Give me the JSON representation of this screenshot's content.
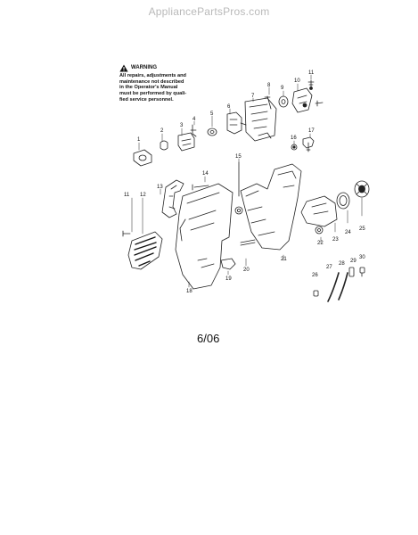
{
  "watermark": "AppliancePartsPros.com",
  "warning": {
    "title": "WARNING",
    "lines": [
      "All repairs, adjustments and",
      "maintenance not described",
      "in the Operator's Manual",
      "must be performed by quali-",
      "fied service personnel."
    ]
  },
  "callouts": [
    "11",
    "10",
    "9",
    "8",
    "7",
    "6",
    "5",
    "4",
    "3",
    "2",
    "1",
    "16",
    "17",
    "15",
    "14",
    "13",
    "12",
    "11",
    "18",
    "19",
    "20",
    "21",
    "22",
    "23",
    "24",
    "25",
    "26",
    "27",
    "28",
    "29",
    "30"
  ],
  "page_label": "6/06"
}
